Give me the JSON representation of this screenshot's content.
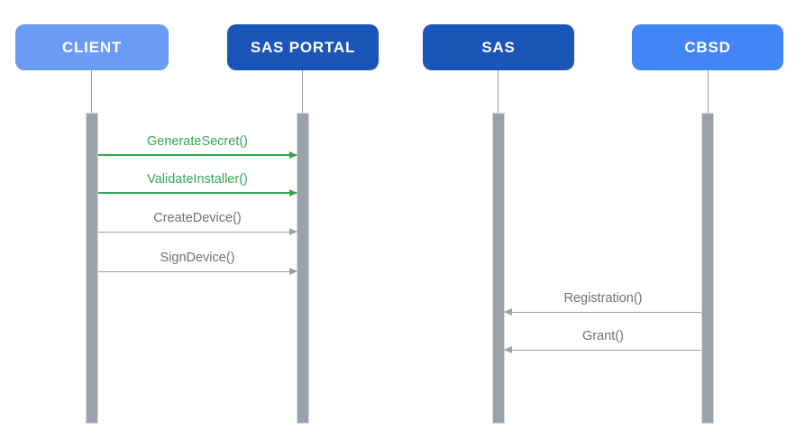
{
  "colors": {
    "actor-light": "#6a9cf5",
    "actor-medium": "#4285f4",
    "actor-dark": "#1b55b8",
    "green-accent": "#34a853",
    "gray-line": "#9aa0a6",
    "gray-text": "#6e7276",
    "bar-fill": "#9aa1a9",
    "bar-border": "#d7d9dc",
    "title-text": "#ffffff",
    "background": "#ffffff"
  },
  "actors": [
    {
      "label": "CLIENT",
      "color": "light"
    },
    {
      "label": "SAS PORTAL",
      "color": "dark"
    },
    {
      "label": "SAS",
      "color": "dark"
    },
    {
      "label": "CBSD",
      "color": "medium"
    }
  ],
  "messages": [
    {
      "label": "GenerateSecret()",
      "from": "CLIENT",
      "to": "SAS PORTAL",
      "direction": "right",
      "color": "green"
    },
    {
      "label": "ValidateInstaller()",
      "from": "CLIENT",
      "to": "SAS PORTAL",
      "direction": "right",
      "color": "green"
    },
    {
      "label": "CreateDevice()",
      "from": "CLIENT",
      "to": "SAS PORTAL",
      "direction": "right",
      "color": "gray"
    },
    {
      "label": "SignDevice()",
      "from": "CLIENT",
      "to": "SAS PORTAL",
      "direction": "right",
      "color": "gray"
    },
    {
      "label": "Registration()",
      "from": "CBSD",
      "to": "SAS",
      "direction": "left",
      "color": "gray"
    },
    {
      "label": "Grant()",
      "from": "CBSD",
      "to": "SAS",
      "direction": "left",
      "color": "gray"
    }
  ]
}
